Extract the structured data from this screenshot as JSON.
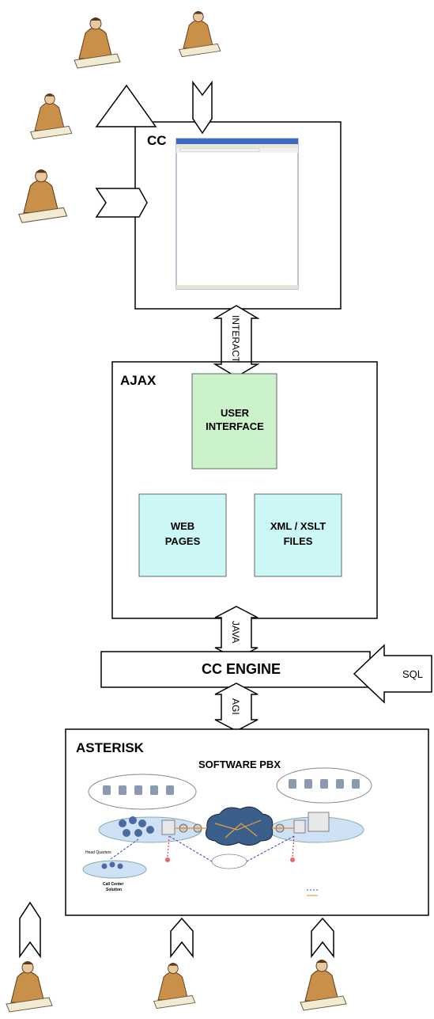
{
  "labels": {
    "cc": "CC",
    "interact": "INTERACT",
    "ajax": "AJAX",
    "user_interface_line1": "USER",
    "user_interface_line2": "INTERFACE",
    "web_pages_line1": "WEB",
    "web_pages_line2": "PAGES",
    "xml_line1": "XML / XSLT",
    "xml_line2": "FILES",
    "java": "JAVA",
    "cc_engine": "CC ENGINE",
    "sql": "SQL",
    "agi": "AGI",
    "asterisk": "ASTERISK",
    "software_pbx": "SOFTWARE PBX",
    "pbx_head_quarters": "Head Quarters",
    "pbx_call_center": "Call Center",
    "pbx_solution": "Solution"
  },
  "colors": {
    "user_interface_fill": "#ccf2cc",
    "pages_fill": "#ccf7f7",
    "line": "#000000",
    "pbx_lan": "#cfe2f5",
    "pbx_wan": "#3a5f8a"
  },
  "icons": [
    "person-reading-icon",
    "person-writing-icon",
    "person-typing-icon",
    "person-on-phone-icon",
    "browser-window-icon",
    "network-topology-icon"
  ]
}
